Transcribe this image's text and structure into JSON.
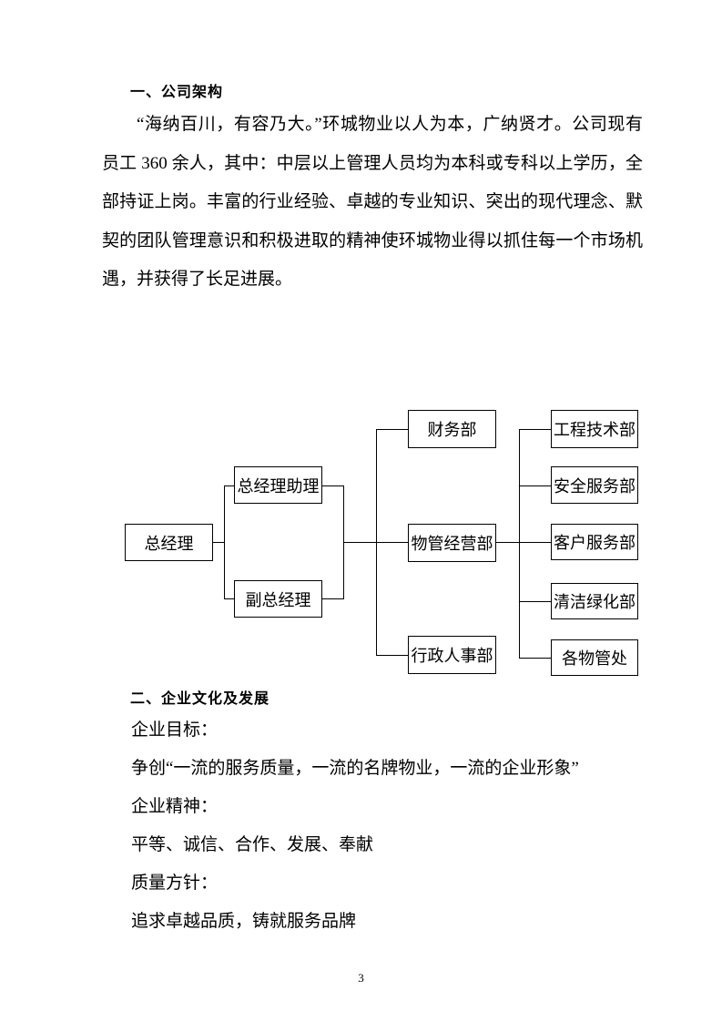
{
  "section1": {
    "heading": "一、公司架构",
    "paragraph": "“海纳百川，有容乃大。”环城物业以人为本，广纳贤才。公司现有员工 360 余人，其中：中层以上管理人员均为本科或专科以上学历，全部持证上岗。丰富的行业经验、卓越的专业知识、突出的现代理念、默契的团队管理意识和积极进取的精神使环城物业得以抓住每一个市场机遇，并获得了长足进展。"
  },
  "org_chart": {
    "nodes": [
      {
        "label": "总经理",
        "level": 1
      },
      {
        "label": "总经理助理",
        "level": 2
      },
      {
        "label": "副总经理",
        "level": 2
      },
      {
        "label": "财务部",
        "level": 3
      },
      {
        "label": "物管经营部",
        "level": 3
      },
      {
        "label": "行政人事部",
        "level": 3
      },
      {
        "label": "工程技术部",
        "level": 4
      },
      {
        "label": "安全服务部",
        "level": 4
      },
      {
        "label": "客户服务部",
        "level": 4
      },
      {
        "label": "清洁绿化部",
        "level": 4
      },
      {
        "label": "各物管处",
        "level": 4
      }
    ]
  },
  "section2": {
    "heading": "二、企业文化及发展",
    "lines": [
      "企业目标：",
      "争创“一流的服务质量，一流的名牌物业，一流的企业形象”",
      "企业精神：",
      "平等、诚信、合作、发展、奉献",
      "质量方针：",
      "追求卓越品质，铸就服务品牌"
    ]
  },
  "page": {
    "number": "3"
  }
}
